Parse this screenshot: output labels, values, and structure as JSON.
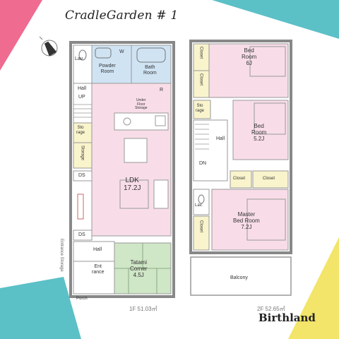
{
  "title": "CradleGarden # 1",
  "brand": "Birthland",
  "colors": {
    "bg": "#ffffff",
    "wall": "#888888",
    "room_pink": "#f8dde8",
    "room_blue": "#cfe3f3",
    "room_green": "#cfe6c7",
    "room_yellow": "#f9f4cc",
    "deco_pink": "#ef6b8f",
    "deco_teal": "#5cc0c7",
    "deco_yellow": "#f3e46a"
  },
  "floor1": {
    "area": "1F 51.03㎡",
    "rooms": {
      "lav": "Lav.",
      "w": "W",
      "powder": "Powder\nRoom",
      "bath": "Bath\nRoom",
      "hall_top": "Hall",
      "up": "UP",
      "underfloor": "Under\nFloor\nStorage",
      "r": "R",
      "storage1": "Sto\nrage",
      "storage2": "Storage",
      "ds1": "DS",
      "ldk": "LDK\n17.2J",
      "ds2": "DS",
      "hall_bottom": "Hall",
      "entrance": "Ent\nrance",
      "tatami": "Tatami\nCorner\n4.5J",
      "porch": "Porch",
      "side_note": "Entrance Storage"
    }
  },
  "floor2": {
    "area": "2F 52.65㎡",
    "rooms": {
      "closet1": "Closet",
      "bed1": "Bed\nRoom\n6J",
      "closet2": "Closet",
      "storage": "Sto\nrage",
      "hall": "Hall",
      "bed2": "Bed\nRoom\n5.2J",
      "dn": "DN",
      "closet3": "Closet",
      "closet4": "Closet",
      "lav": "Lav.",
      "closet5": "Closet",
      "master": "Master\nBed Room\n7.2J",
      "balcony": "Balcony"
    }
  }
}
